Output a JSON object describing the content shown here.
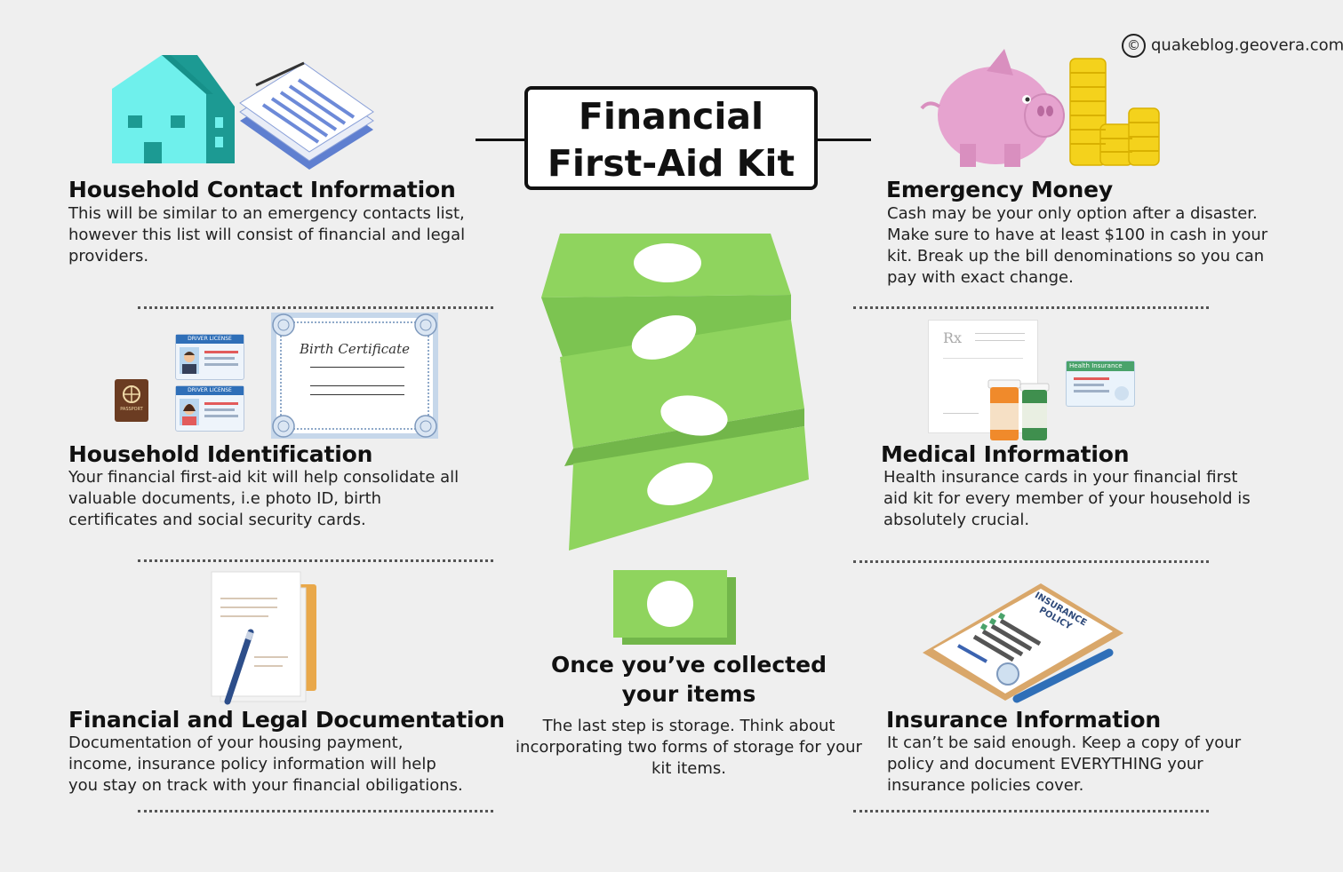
{
  "header": {
    "title_line1": "Financial",
    "title_line2": "First-Aid Kit",
    "credit": "quakeblog.geovera.com"
  },
  "sections": {
    "contact": {
      "title": "Household Contact Information",
      "body": "This will be similar to an emergency contacts list, however this list will consist of financial and legal providers."
    },
    "money": {
      "title": "Emergency Money",
      "body": "Cash may be your only option after a disaster. Make sure to have at least $100 in cash in your kit. Break up the bill denominations so you can pay with exact change."
    },
    "identification": {
      "title": "Household Identification",
      "body": "Your financial first-aid kit will help consolidate all valuable documents, i.e photo ID, birth certificates and social security cards."
    },
    "medical": {
      "title": "Medical Information",
      "body": "Health insurance cards in your financial first aid kit for every member of your household is absolutely crucial."
    },
    "legal": {
      "title": "Financial and Legal Documentation",
      "body": "Documentation of your housing payment, income, insurance policy information will help you stay on track with your financial obiligations."
    },
    "insurance": {
      "title": "Insurance Information",
      "body": "It can’t be said enough. Keep a copy of your policy and document EVERYTHING your insurance policies cover."
    },
    "storage": {
      "title_line1": "Once you’ve collected",
      "title_line2": "your items",
      "body": "The last step is storage. Think about incorporating two forms of storage for your kit items."
    }
  },
  "illustrations": {
    "birth_certificate_label": "Birth Certificate",
    "driver_license_label": "DRIVER LICENSE",
    "passport_label": "PASSPORT",
    "health_insurance_label": "Health Insurance",
    "insurance_policy_label": "INSURANCE POLICY",
    "rx_label": "Rx"
  },
  "colors": {
    "background": "#efefef",
    "money_green": "#8fd45e",
    "money_green_dark": "#72b64a",
    "house_teal": "#6ff0ec",
    "house_roof_dark": "#1c9a93",
    "piggy_pink": "#e6a3cf",
    "coin_gold": "#f4d21c"
  }
}
